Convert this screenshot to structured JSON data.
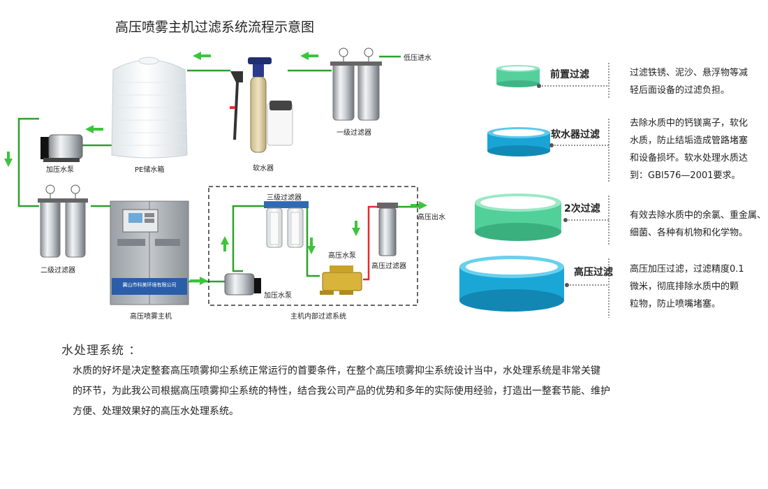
{
  "diagram": {
    "title": "高压喷雾主机过滤系统流程示意图",
    "labels": {
      "low_pressure_in": "低压进水",
      "stage1_filter": "一级过滤器",
      "softener": "软水器",
      "pe_tank": "PE储水箱",
      "boost_pump_1": "加压水泵",
      "stage2_filter": "二级过滤器",
      "mainframe": "高压喷雾主机",
      "stage3_filter": "三级过滤器",
      "boost_pump_2": "加压水泵",
      "hp_pump": "高压水泵",
      "hp_filter": "高压过滤器",
      "hp_out": "高压出水",
      "internal_system": "主机内部过滤系统",
      "machine_brand": "翼山市科美环境有限公司"
    },
    "colors": {
      "flow_line": "#2ca02c",
      "hp_line": "#e8282f",
      "arrow": "#3cc43c",
      "green_ring": "#5ad4a2",
      "blue_ring": "#1aa7d6"
    }
  },
  "legend": [
    {
      "name": "前置过滤",
      "desc_lines": [
        "过滤铁锈、泥沙、悬浮物等减",
        "轻后面设备的过滤负担。"
      ]
    },
    {
      "name": "软水器过滤",
      "desc_lines": [
        "去除水质中的钙镁离子，软化",
        "水质，防止结垢造成管路堵塞",
        "和设备损坏。软水处理水质达",
        "到：GBl576—2001要求。"
      ]
    },
    {
      "name": "2次过滤",
      "desc_lines": [
        "有效去除水质中的余氯、重金属、",
        "细菌、各种有机物和化学物。"
      ]
    },
    {
      "name": "高压过滤",
      "desc_lines": [
        "高压加压过滤，过滤精度0.1",
        "微米，彻底排除水质中的颗",
        "粒物，防止喷嘴堵塞。"
      ]
    }
  ],
  "section": {
    "title": "水处理系统 ：",
    "paragraph_lines": [
      "水质的好坏是决定整套高压喷雾抑尘系统正常运行的首要条件，在整个高压喷雾抑尘系统设计当中，水处理系统是非常关键",
      "的环节，为此我公司根据高压喷雾抑尘系统的特性，结合我公司产品的优势和多年的实际使用经验，打造出一整套节能、维护",
      "方便、处理效果好的高压水处理系统。"
    ]
  }
}
